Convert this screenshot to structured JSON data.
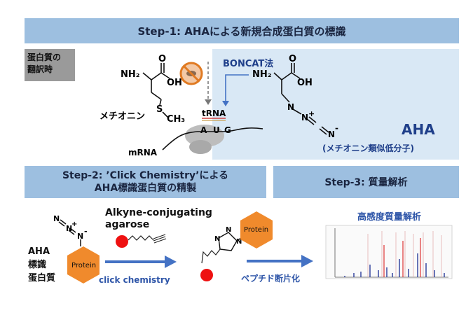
{
  "step1": {
    "title": "Step-1: AHAによる新規合成蛋白質の標識"
  },
  "translation_label": {
    "line1": "蛋白質の",
    "line2": "翻訳時"
  },
  "methionine": {
    "nh2": "NH₂",
    "oh": "OH",
    "o": "O",
    "s": "S",
    "ch3": "CH₃",
    "name": "メチオニン"
  },
  "ribosome": {
    "trna": "tRNA",
    "codon_a": "A",
    "codon_u": "U",
    "codon_g": "G",
    "mrna": "mRNA"
  },
  "boncat": {
    "label": "BONCAT法"
  },
  "aha": {
    "nh2": "NH₂",
    "oh": "OH",
    "o": "O",
    "n": "N",
    "plus": "+",
    "minus": "-",
    "name": "AHA",
    "desc": "(メチオニン類似低分子)"
  },
  "step2": {
    "line1": "Step-2: ’Click Chemistry’による",
    "line2": "AHA標識蛋白質の精製"
  },
  "step3": {
    "title": "Step-3: 質量解析"
  },
  "left_label": {
    "line1": "AHA",
    "line2": "標識",
    "line3": "蛋白質"
  },
  "azide": {
    "n": "N",
    "plus": "+",
    "minus": "-"
  },
  "protein": {
    "label": "Protein"
  },
  "alkyne": {
    "line1": "Alkyne-conjugating",
    "line2": "agarose"
  },
  "triazole": {
    "n": "N"
  },
  "arrows": {
    "click": "click chemistry",
    "peptide": "ペプチド断片化"
  },
  "ms": {
    "title": "高感度質量解析"
  },
  "colors": {
    "bar": "#9dbfe0",
    "panel": "#d9e8f5",
    "label_box": "#9a9a9a",
    "protein": "#f08a2c",
    "arrow": "#4472c4",
    "bead": "#ee1111",
    "title_blue": "#2e55a8"
  },
  "icons": [
    "no-entry-icon",
    "protein-hexagon-icon",
    "agarose-bead-icon",
    "right-arrow-icon",
    "spectrum-icon"
  ]
}
